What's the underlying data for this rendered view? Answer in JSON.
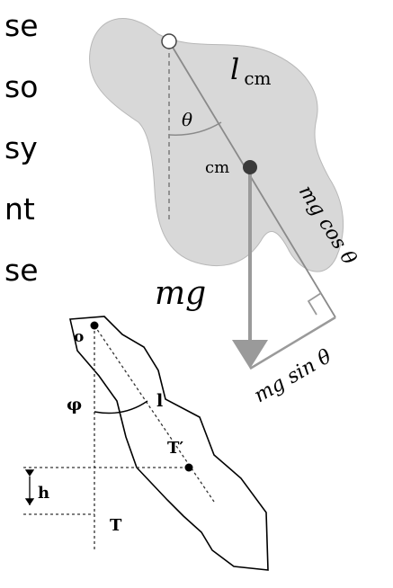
{
  "text_fragments": [
    "se",
    "so",
    "sy",
    "nt",
    "se"
  ],
  "top_diagram": {
    "theta": "θ",
    "l_symbol": "l",
    "l_subscript": "cm",
    "cm": "cm",
    "mg": "mg",
    "mg_cos": "mg cos θ",
    "mg_sin": "mg sin θ",
    "colors": {
      "body_fill": "#d8d8d8",
      "vector": "#9a9a9a",
      "dot": "#3a3a3a"
    }
  },
  "bottom_diagram": {
    "o": "o",
    "phi": "φ",
    "l": "l",
    "t_prime": "T′",
    "h": "h",
    "t": "T"
  }
}
